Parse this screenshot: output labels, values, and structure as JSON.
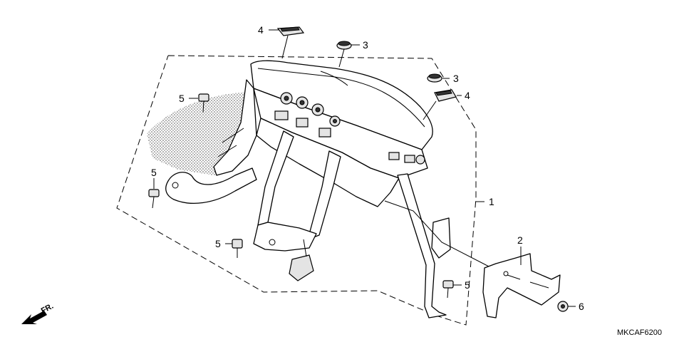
{
  "diagram": {
    "callouts": [
      {
        "id": "c1",
        "label": "1"
      },
      {
        "id": "c2",
        "label": "2"
      },
      {
        "id": "c3a",
        "label": "3"
      },
      {
        "id": "c3b",
        "label": "3"
      },
      {
        "id": "c4a",
        "label": "4"
      },
      {
        "id": "c4b",
        "label": "4"
      },
      {
        "id": "c5a",
        "label": "5"
      },
      {
        "id": "c5b",
        "label": "5"
      },
      {
        "id": "c5c",
        "label": "5"
      },
      {
        "id": "c5d",
        "label": "5"
      },
      {
        "id": "c6",
        "label": "6"
      }
    ],
    "direction_label": "FR.",
    "diagram_code": "MKCAF6200"
  }
}
